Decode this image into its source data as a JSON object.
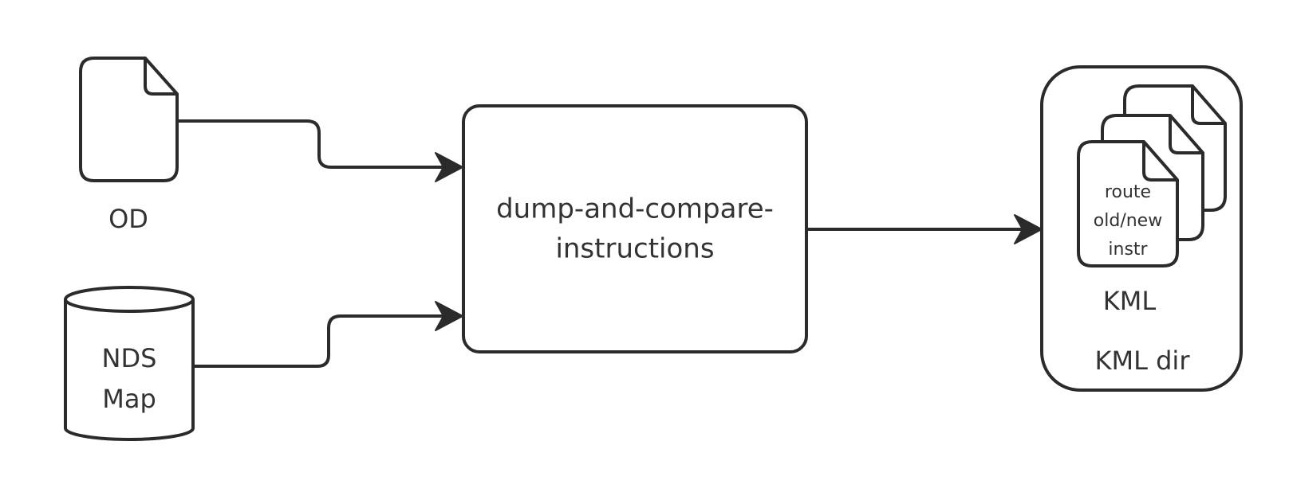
{
  "diagram": {
    "nodes": {
      "od": {
        "label": "OD",
        "icon": "document-icon"
      },
      "nds_map": {
        "label_lines": [
          "NDS",
          "Map"
        ],
        "icon": "database-icon"
      },
      "process": {
        "label_lines": [
          "dump-and-compare-",
          "instructions"
        ]
      },
      "kml_dir": {
        "label": "KML dir",
        "file_label": "KML",
        "file_content_lines": [
          "route",
          "old/new",
          "instr"
        ],
        "icon": "stacked-documents-icon"
      }
    },
    "edges": [
      {
        "from": "od",
        "to": "process"
      },
      {
        "from": "nds_map",
        "to": "process"
      },
      {
        "from": "process",
        "to": "kml_dir"
      }
    ],
    "colors": {
      "stroke": "#2b2b2b",
      "text": "#333333",
      "background": "#ffffff"
    }
  }
}
